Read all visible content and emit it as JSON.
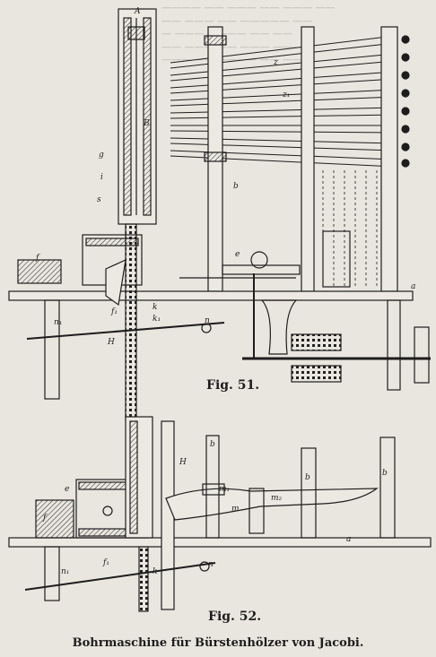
{
  "figures": {
    "fig51": "Fig. 51.",
    "fig52": "Fig. 52."
  },
  "title": "Bohrmaschine für Bürstenhölzer von Jacobi.",
  "labels51": {
    "A": "A",
    "B": "B",
    "b": "b",
    "a": "a",
    "f": "f",
    "f1": "f₁",
    "e": "e",
    "k": "k",
    "k1": "k₁",
    "n": "n",
    "n1": "n₁",
    "H": "H",
    "g": "g",
    "i": "i",
    "s": "s",
    "z": "z",
    "z1": "z₁"
  },
  "labels52": {
    "b": "b",
    "a": "a",
    "f": "f",
    "f1": "f₁",
    "e": "e",
    "H": "H",
    "m": "m",
    "m1": "m₁",
    "m2": "m₂",
    "n": "n",
    "n1": "n₁",
    "k": "k"
  }
}
